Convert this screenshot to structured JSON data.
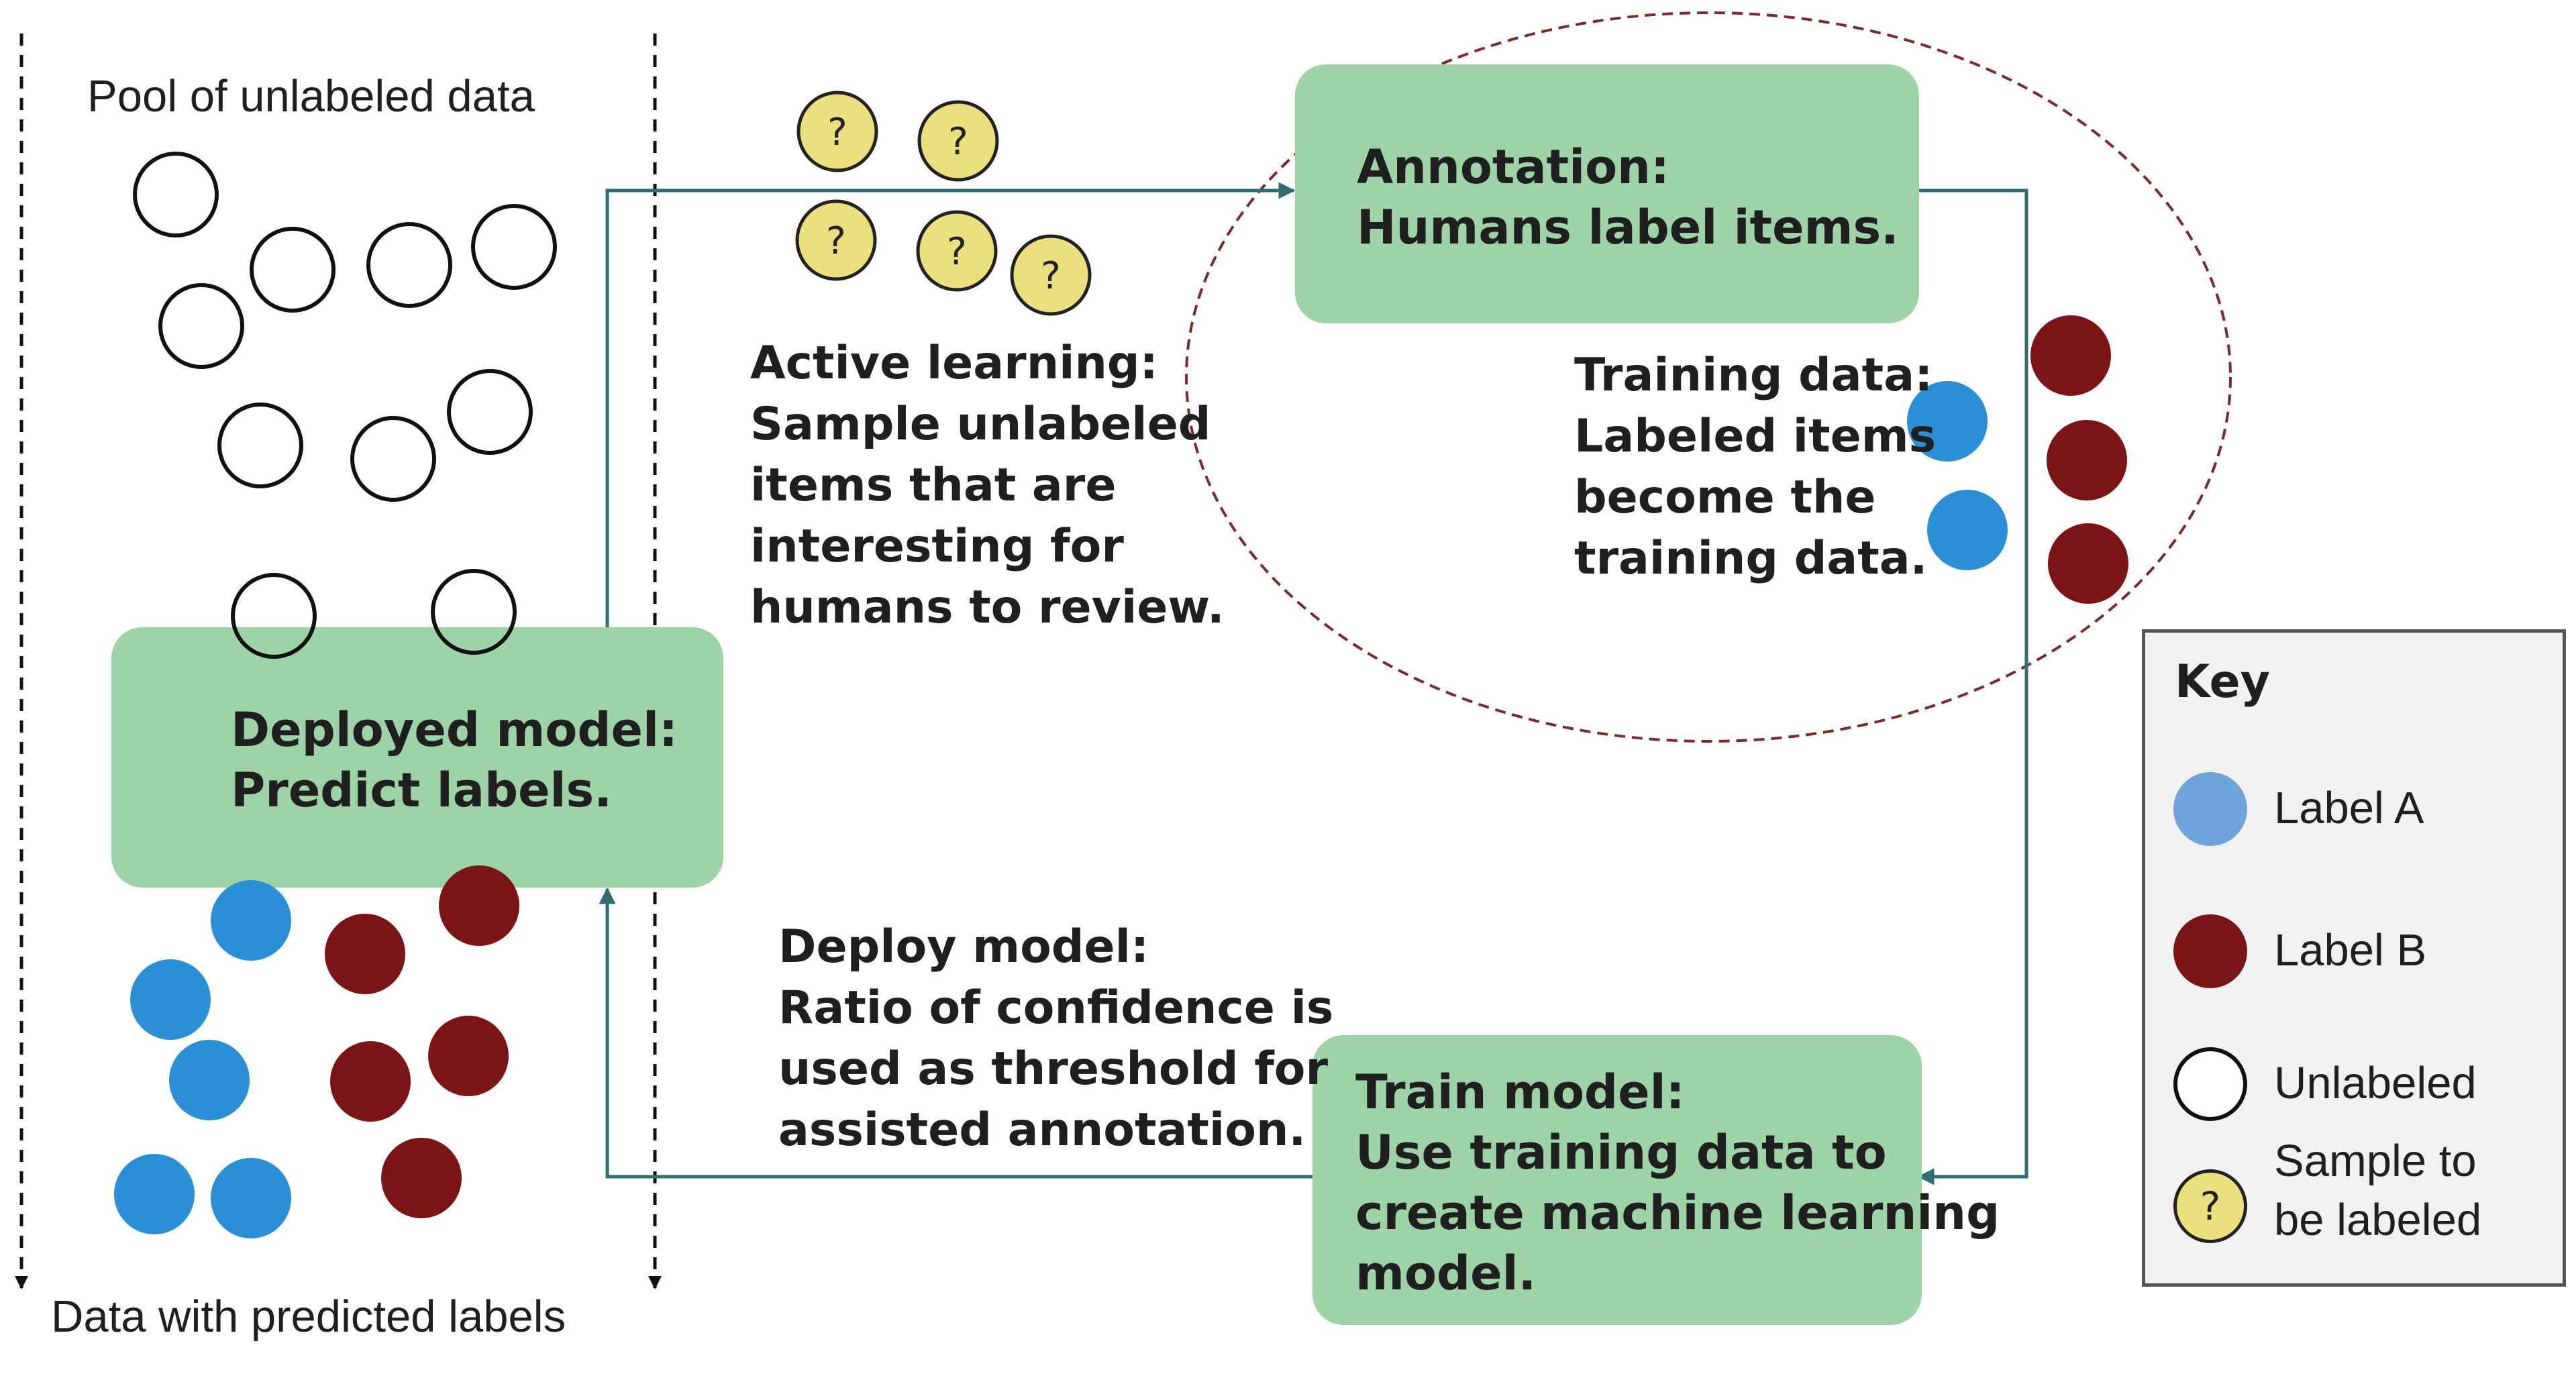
{
  "labels": {
    "pool": "Pool of unlabeled data",
    "predicted": "Data with predicted labels"
  },
  "boxes": {
    "annotation": [
      "Annotation:",
      "Humans label items."
    ],
    "deployed": [
      "Deployed model:",
      "Predict labels."
    ],
    "train": [
      "Train model:",
      "Use training data to",
      "create machine learning",
      "model."
    ]
  },
  "texts": {
    "active_learning": [
      "Active learning:",
      "Sample unlabeled",
      "items that are",
      "interesting for",
      "humans to review."
    ],
    "training_data": [
      "Training data:",
      "Labeled items",
      "become the",
      "training data."
    ],
    "deploy_model": [
      "Deploy model:",
      "Ratio of confidence is",
      "used as threshold for",
      "assisted annotation."
    ]
  },
  "sample_glyph": "?",
  "key": {
    "title": "Key",
    "items": [
      {
        "label": [
          "Label A"
        ],
        "kind": "label-a"
      },
      {
        "label": [
          "Label B"
        ],
        "kind": "label-b"
      },
      {
        "label": [
          "Unlabeled"
        ],
        "kind": "unlabeled"
      },
      {
        "label": [
          "Sample to",
          "be labeled"
        ],
        "kind": "sample"
      }
    ]
  },
  "colors": {
    "box_fill": "#9ed3a7",
    "label_a": "#2a8fd4",
    "label_b": "#7a1416",
    "sample": "#ecdf7e",
    "arrow": "#2f6e73",
    "ellipse": "#7a2a2a"
  }
}
